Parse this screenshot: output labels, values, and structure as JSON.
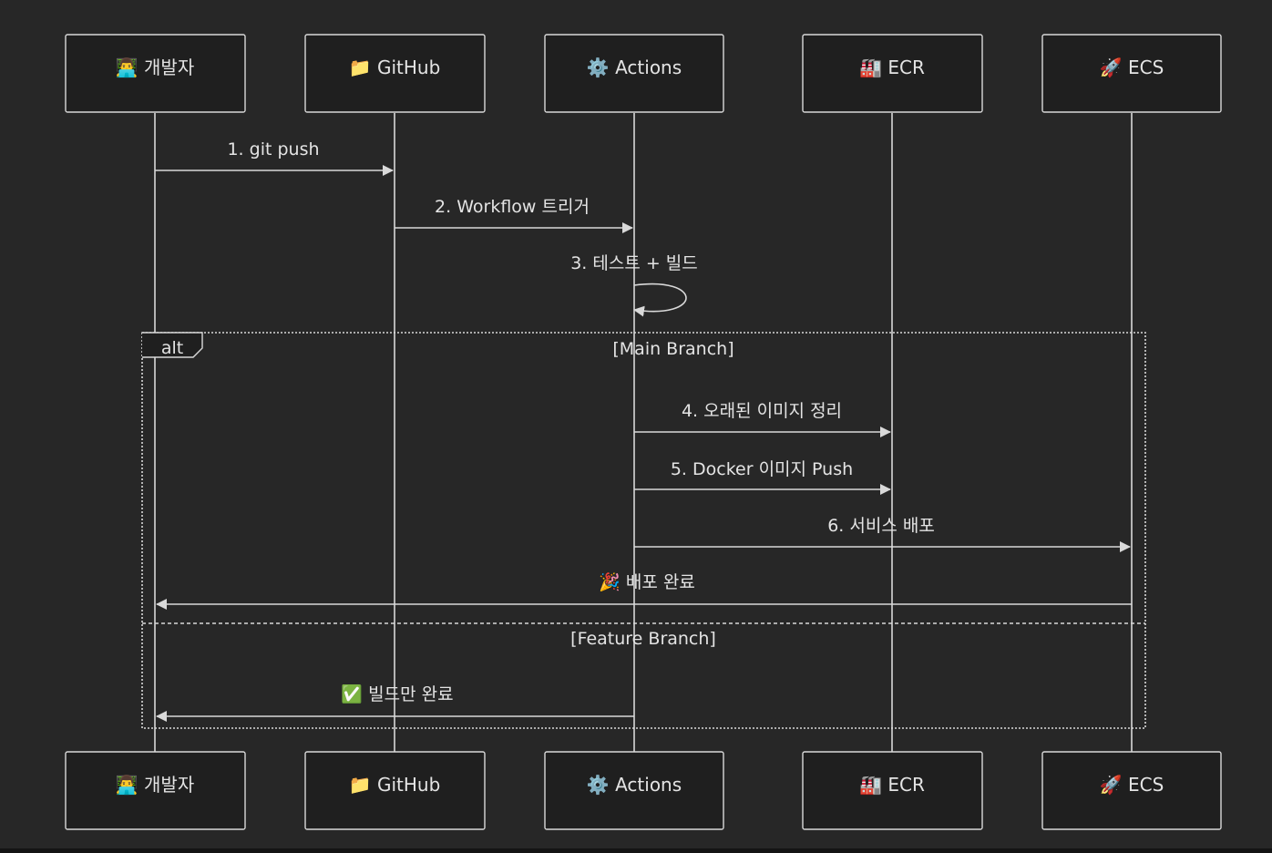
{
  "participants": [
    {
      "id": "dev",
      "icon": "person-icon",
      "label": "👨‍💻 개발자"
    },
    {
      "id": "github",
      "icon": "folder-icon",
      "label": "📁 GitHub"
    },
    {
      "id": "actions",
      "icon": "gear-icon",
      "label": "⚙️ Actions"
    },
    {
      "id": "ecr",
      "icon": "factory-icon",
      "label": "🏭 ECR"
    },
    {
      "id": "ecs",
      "icon": "rocket-icon",
      "label": "🚀 ECS"
    }
  ],
  "messages": [
    {
      "from": "dev",
      "to": "github",
      "label": "1. git push"
    },
    {
      "from": "github",
      "to": "actions",
      "label": "2. Workflow 트리거"
    },
    {
      "from": "actions",
      "to": "actions",
      "label": "3. 테스트 + 빌드"
    },
    {
      "from": "actions",
      "to": "ecr",
      "label": "4. 오래된 이미지 정리"
    },
    {
      "from": "actions",
      "to": "ecr",
      "label": "5. Docker 이미지 Push"
    },
    {
      "from": "actions",
      "to": "ecs",
      "label": "6. 서비스 배포"
    },
    {
      "from": "ecs",
      "to": "dev",
      "label": "🎉 배포 완료"
    },
    {
      "from": "actions",
      "to": "dev",
      "label": "✅ 빌드만 완료"
    }
  ],
  "alt_frame": {
    "keyword": "alt",
    "sections": [
      "[Main Branch]",
      "[Feature Branch]"
    ]
  },
  "colors": {
    "background": "#272727",
    "box_fill": "#1f1f1f",
    "stroke": "#d9d9d9",
    "text": "#e4e4e4"
  }
}
